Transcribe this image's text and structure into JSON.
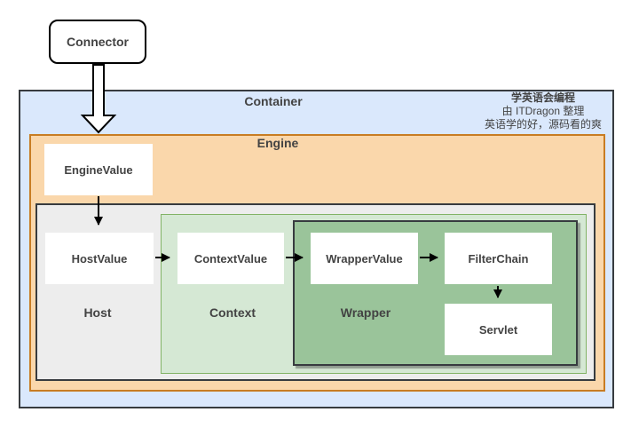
{
  "connector": {
    "label": "Connector"
  },
  "container": {
    "label": "Container"
  },
  "watermark": {
    "title": "学英语会编程",
    "line2": "由 ITDragon 整理",
    "line3": "英语学的好，源码看的爽"
  },
  "engine": {
    "label": "Engine",
    "value": "EngineValue"
  },
  "host": {
    "label": "Host",
    "value": "HostValue"
  },
  "context": {
    "label": "Context",
    "value": "ContextValue"
  },
  "wrapper": {
    "label": "Wrapper",
    "value": "WrapperValue",
    "filter_chain": "FilterChain",
    "servlet": "Servlet"
  },
  "edges": [
    {
      "from": "Connector",
      "to": "Engine",
      "style": "block-arrow"
    },
    {
      "from": "EngineValue",
      "to": "HostValue",
      "style": "arrow"
    },
    {
      "from": "HostValue",
      "to": "ContextValue",
      "style": "arrow"
    },
    {
      "from": "ContextValue",
      "to": "WrapperValue",
      "style": "arrow"
    },
    {
      "from": "WrapperValue",
      "to": "FilterChain",
      "style": "arrow"
    },
    {
      "from": "FilterChain",
      "to": "Servlet",
      "style": "arrow"
    }
  ],
  "colors": {
    "dark_border": "#373B3F",
    "container_fill": "#DAE8FC",
    "engine_fill": "#FAD7AB",
    "engine_border": "#C87C23",
    "host_fill": "#EDEDED",
    "context_fill": "#D5E8D4",
    "context_border": "#82B366",
    "wrapper_fill": "#9AC49A",
    "box_fill": "#FFFFFF",
    "text": "#434343",
    "arrow": "#000000"
  }
}
